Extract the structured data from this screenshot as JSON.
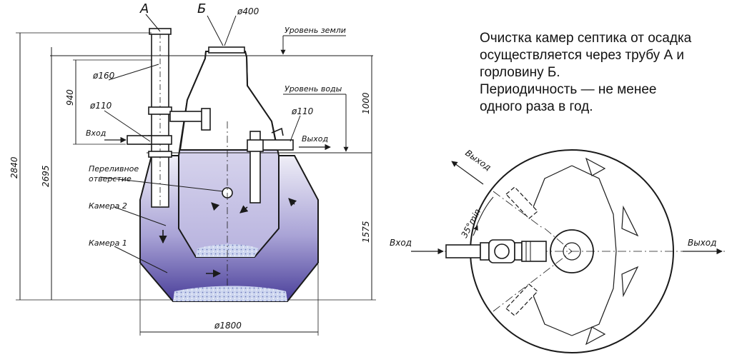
{
  "labels": {
    "pipe_a": "А",
    "neck_b": "Б",
    "d400": "ø400",
    "ground_level": "Уровень земли",
    "d160": "ø160",
    "d110_left": "ø110",
    "d110_right": "ø110",
    "water_level": "Уровень воды",
    "h940": "940",
    "h1000": "1000",
    "h2840": "2840",
    "h2695": "2695",
    "h1575": "1575",
    "d1800": "ø1800",
    "inlet": "Вход",
    "outlet": "Выход",
    "overflow_line1": "Переливное",
    "overflow_line2": "отверстие",
    "chamber2": "Камера 2",
    "chamber1": "Камера 1",
    "plan_outlet_top": "Выход",
    "plan_inlet": "Вход",
    "plan_outlet_right": "Выход",
    "angle": "35°min"
  },
  "note": {
    "lines": [
      "Очистка камер септика от осадка",
      "осуществляется через трубу А и",
      "горловину Б.",
      "Периодичность — не менее",
      "одного раза в год."
    ]
  },
  "colors": {
    "line": "#1a1a1a",
    "liquid_top": "#e6e4f2",
    "liquid_bottom": "#4a3f9a",
    "sediment": "#b8c4e6"
  }
}
